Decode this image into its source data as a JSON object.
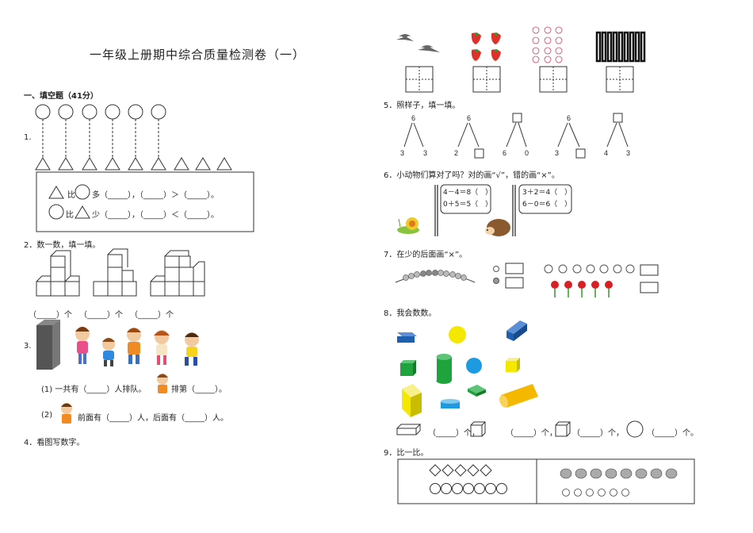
{
  "title": "一年级上册期中综合质量检测卷（一）",
  "section1": "一、填空题（41分）",
  "q1": {
    "num": "1.",
    "line1_b": "比",
    "line1_c": "多（_____），（_____）＞（_____）。",
    "line2_b": "比",
    "line2_c": "少（_____），（_____）＜（_____）。"
  },
  "q2": {
    "label": "2．数一数，填一填。",
    "answers": [
      "（_____）个",
      "（_____）个",
      "（_____）个"
    ]
  },
  "q3": {
    "num": "3.",
    "p1a": "(1) 一共有（_____）人排队。",
    "p1b": "排第（_____）。",
    "p2a": "(2)",
    "p2b": "前面有（_____）人，后面有（_____）人。"
  },
  "q4": {
    "label": "4．看图写数字。"
  },
  "q5": {
    "label": "5．照样子，填一填。",
    "trees": [
      {
        "top": "6",
        "left": "3",
        "right": "3"
      },
      {
        "top": "6",
        "left": "2",
        "right": ""
      },
      {
        "top": "",
        "left": "6",
        "right": "0"
      },
      {
        "top": "6",
        "left": "3",
        "right": ""
      },
      {
        "top": "",
        "left": "4",
        "right": "3"
      }
    ]
  },
  "q6": {
    "label": "6．小动物们算对了吗？对的画“√”，错的画“×”。",
    "board1": [
      "4－4＝8（　）",
      "0＋5＝5（　）"
    ],
    "board2": [
      "3＋2＝4（　）",
      "6－0＝6（　）"
    ]
  },
  "q7": {
    "label": "7．在少的后面画“×”。"
  },
  "q8": {
    "label": "8．我会数数。",
    "answers": [
      "（_____）个，",
      "（_____）个，",
      "（_____）个，",
      "（_____）个。"
    ]
  },
  "q9": {
    "label": "9．比一比。"
  },
  "colors": {
    "cube_blue": "#1f5fb0",
    "sphere_yellow": "#f5e800",
    "sphere_blue": "#1e9be0",
    "cylinder_green": "#1fa33c",
    "strawberry": "#e0302a",
    "flower_red": "#d81f26"
  }
}
